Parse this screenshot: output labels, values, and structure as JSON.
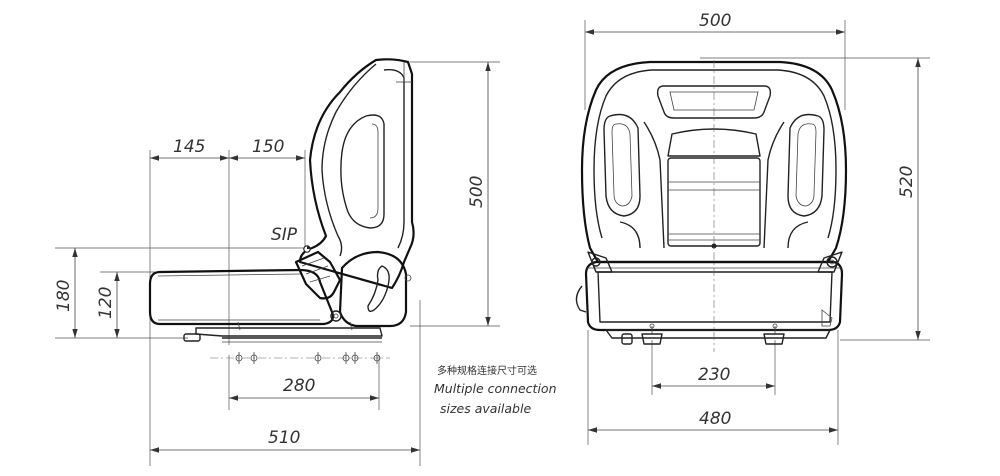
{
  "side_view": {
    "dim_145": "145",
    "dim_150": "150",
    "dim_500": "500",
    "dim_180": "180",
    "dim_120": "120",
    "dim_280": "280",
    "dim_510": "510",
    "sip_label": "SIP"
  },
  "front_view": {
    "dim_500": "500",
    "dim_520": "520",
    "dim_230": "230",
    "dim_480": "480"
  },
  "note": {
    "chinese": "多种规格连接尺寸可选",
    "line1": "Multiple connection",
    "line2": "sizes available"
  }
}
